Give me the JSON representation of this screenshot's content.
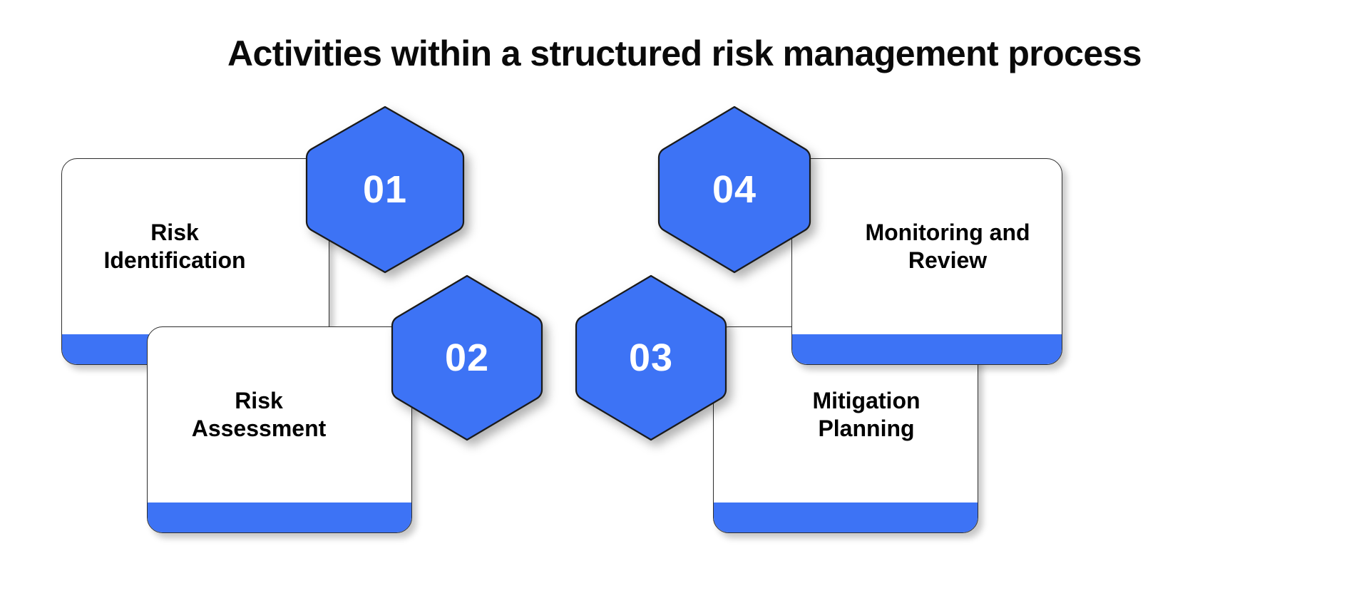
{
  "title": "Activities within a structured risk management process",
  "theme": {
    "accent": "#3D73F5",
    "card_background": "#FFFFFF",
    "card_border": "#2E2E2E",
    "text": "#000000",
    "number_text": "#FFFFFF",
    "page_background": "#FFFFFF"
  },
  "steps": [
    {
      "number": "01",
      "label": "Risk\nIdentification",
      "badge_side": "right",
      "row": 1,
      "column": 1
    },
    {
      "number": "02",
      "label": "Risk\nAssessment",
      "badge_side": "right",
      "row": 2,
      "column": 1
    },
    {
      "number": "03",
      "label": "Mitigation\nPlanning",
      "badge_side": "left",
      "row": 2,
      "column": 2
    },
    {
      "number": "04",
      "label": "Monitoring and\nReview",
      "badge_side": "left",
      "row": 1,
      "column": 2
    }
  ],
  "icons": {
    "hexagon": "hexagon-badge-icon"
  }
}
